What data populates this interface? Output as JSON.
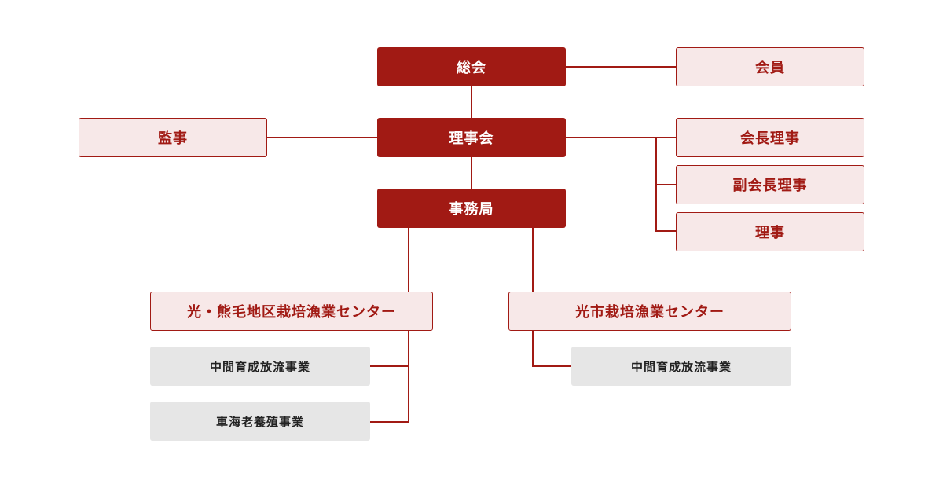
{
  "nodes": {
    "general_assembly": "総会",
    "members": "会員",
    "board": "理事会",
    "auditor": "監事",
    "chairman": "会長理事",
    "vice_chairman": "副会長理事",
    "director": "理事",
    "secretariat": "事務局",
    "center_a": "光・熊毛地区栽培漁業センター",
    "center_b": "光市栽培漁業センター",
    "center_a_projects": [
      "中間育成放流事業",
      "車海老養殖事業"
    ],
    "center_b_projects": [
      "中間育成放流事業"
    ]
  },
  "colors": {
    "accent": "#a11a14",
    "light_fill": "#f7e8e8",
    "gray_fill": "#e6e6e6"
  }
}
